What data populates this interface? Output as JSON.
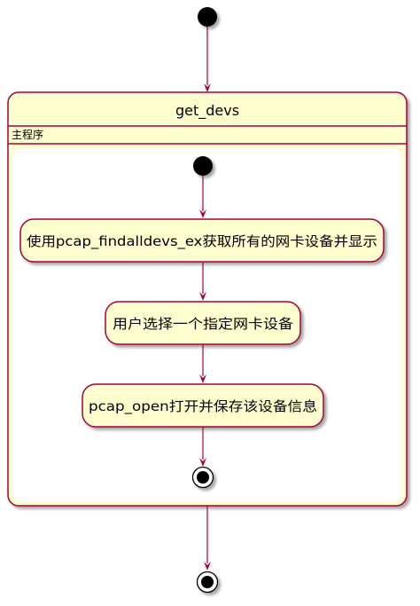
{
  "diagram": {
    "type": "uml-activity",
    "colors": {
      "node_fill": "#FEFECE",
      "border": "#A80036",
      "arrow": "#A80036",
      "start_fill": "#000000",
      "text": "#000000"
    },
    "composite_state": {
      "title": "get_devs",
      "description": "主程序"
    },
    "activities": [
      {
        "label": "使用pcap_findalldevs_ex获取所有的网卡设备并显示"
      },
      {
        "label": "用户选择一个指定网卡设备"
      },
      {
        "label": "pcap_open打开并保存该设备信息"
      }
    ]
  }
}
